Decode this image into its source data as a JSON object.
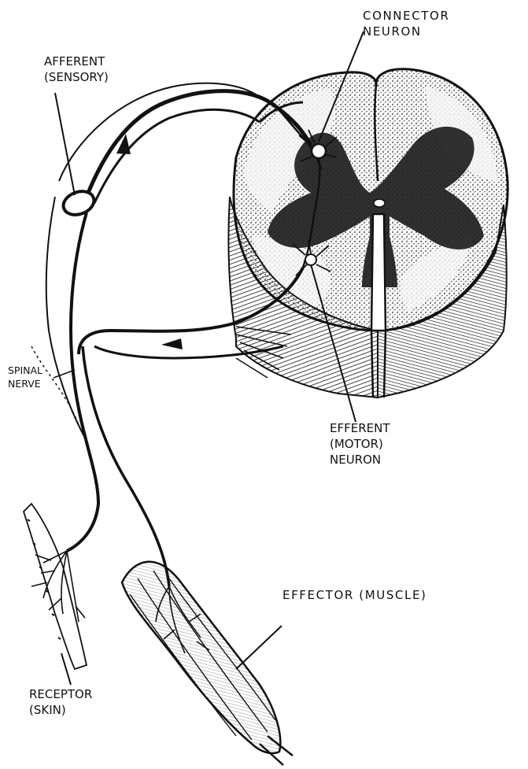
{
  "diagram": {
    "labels": {
      "connector": {
        "line1": "CONNECTOR",
        "line2": "NEURON"
      },
      "afferent": {
        "line1": "AFFERENT",
        "line2": "(SENSORY)"
      },
      "spinal_nerve": {
        "line1": "SPINAL",
        "line2": "NERVE"
      },
      "efferent": {
        "line1": "EFFERENT",
        "line2": "(MOTOR)",
        "line3": "NEURON"
      },
      "effector": {
        "text": "EFFECTOR (MUSCLE)"
      },
      "receptor": {
        "line1": "RECEPTOR",
        "line2": "(SKIN)"
      }
    },
    "colors": {
      "ink": "#111111",
      "paper": "#ffffff",
      "gray_matter": "#2b2b2b"
    }
  }
}
